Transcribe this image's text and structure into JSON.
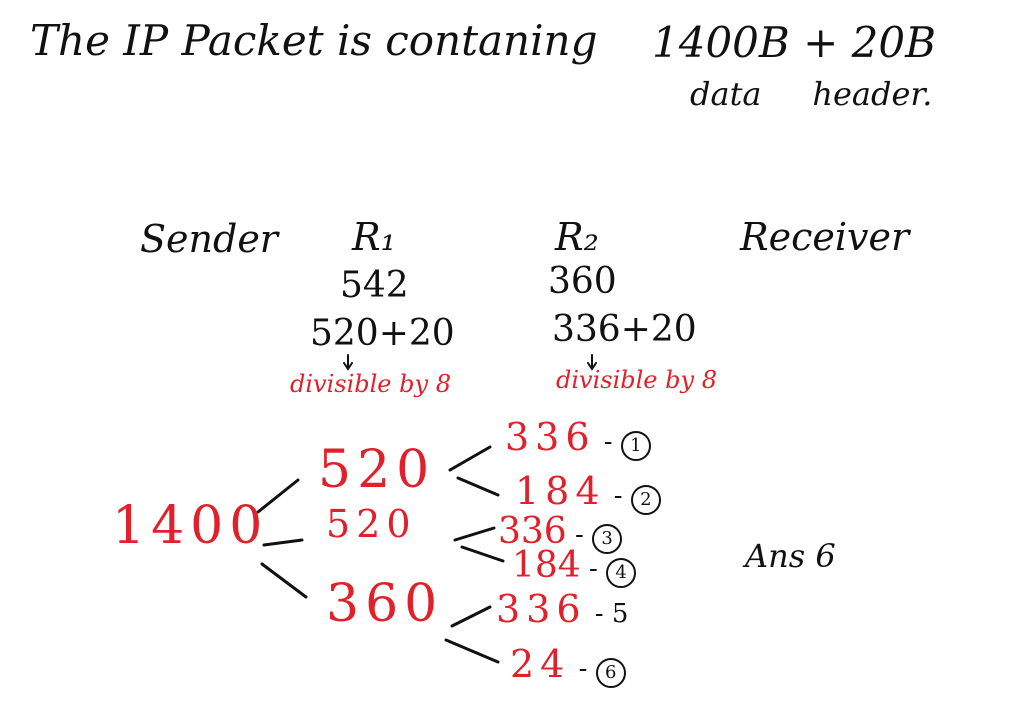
{
  "title": "The IP Packet is contaning",
  "packet": {
    "sizes": "1400B + 20B",
    "labels": "data     header."
  },
  "nodes": {
    "sender": "Sender",
    "r1": "R₁",
    "r2": "R₂",
    "receiver": "Receiver"
  },
  "r1": {
    "mtu": "542",
    "split": "520+20",
    "note": "divisible by 8"
  },
  "r2": {
    "mtu": "360",
    "split": "336+20",
    "note": "divisible by 8"
  },
  "tree": {
    "root": "1400",
    "level1": [
      "520",
      "520",
      "360"
    ],
    "level2": [
      {
        "value": "336",
        "num": "1",
        "circled": true
      },
      {
        "value": "184",
        "num": "2",
        "circled": true
      },
      {
        "value": "336",
        "num": "3",
        "circled": true
      },
      {
        "value": "184",
        "num": "4",
        "circled": true
      },
      {
        "value": "336",
        "num": "5",
        "circled": false
      },
      {
        "value": "24",
        "num": "6",
        "circled": true
      }
    ]
  },
  "answer": "Ans 6",
  "colors": {
    "ink": "#111111",
    "red": "#e0202a"
  }
}
